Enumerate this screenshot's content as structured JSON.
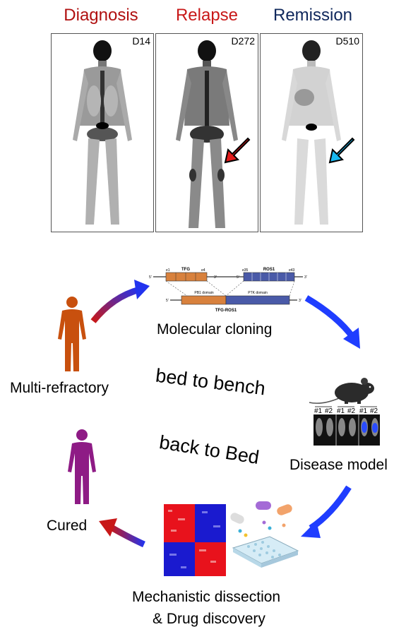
{
  "stages": [
    {
      "title": "Diagnosis",
      "day": "D14",
      "color": "#b01010"
    },
    {
      "title": "Relapse",
      "day": "D272",
      "color": "#c81818"
    },
    {
      "title": "Remission",
      "day": "D510",
      "color": "#10285c"
    }
  ],
  "construct": {
    "tfg": "TFG",
    "ros1": "ROS1",
    "e1": "e1",
    "e4": "e4",
    "e35": "e35",
    "e43": "e43",
    "five_prime": "5'",
    "three_prime": "3'",
    "pb1": "PB1 domain",
    "ptk": "PTK domain",
    "fusion": "TFG-ROS1"
  },
  "labels": {
    "molecular_cloning": "Molecular cloning",
    "multi_refractory": "Multi-refractory",
    "bed_to_bench": "bed to bench",
    "back_to_bed": "back to Bed",
    "disease_model": "Disease model",
    "cured": "Cured",
    "mechanistic_1": "Mechanistic dissection",
    "mechanistic_2": "& Drug discovery"
  },
  "mouse_labels": [
    "#1",
    "#2",
    "#1",
    "#2",
    "#1",
    "#2"
  ],
  "colors": {
    "patient_refractory": "#c8500e",
    "patient_cured": "#8e1b85",
    "arrow_blue": "#1f3dff",
    "arrow_red": "#e21b1b",
    "arrow_cyan": "#18b8f0",
    "heat_red": "#e8121c",
    "heat_blue": "#1a1acf"
  }
}
